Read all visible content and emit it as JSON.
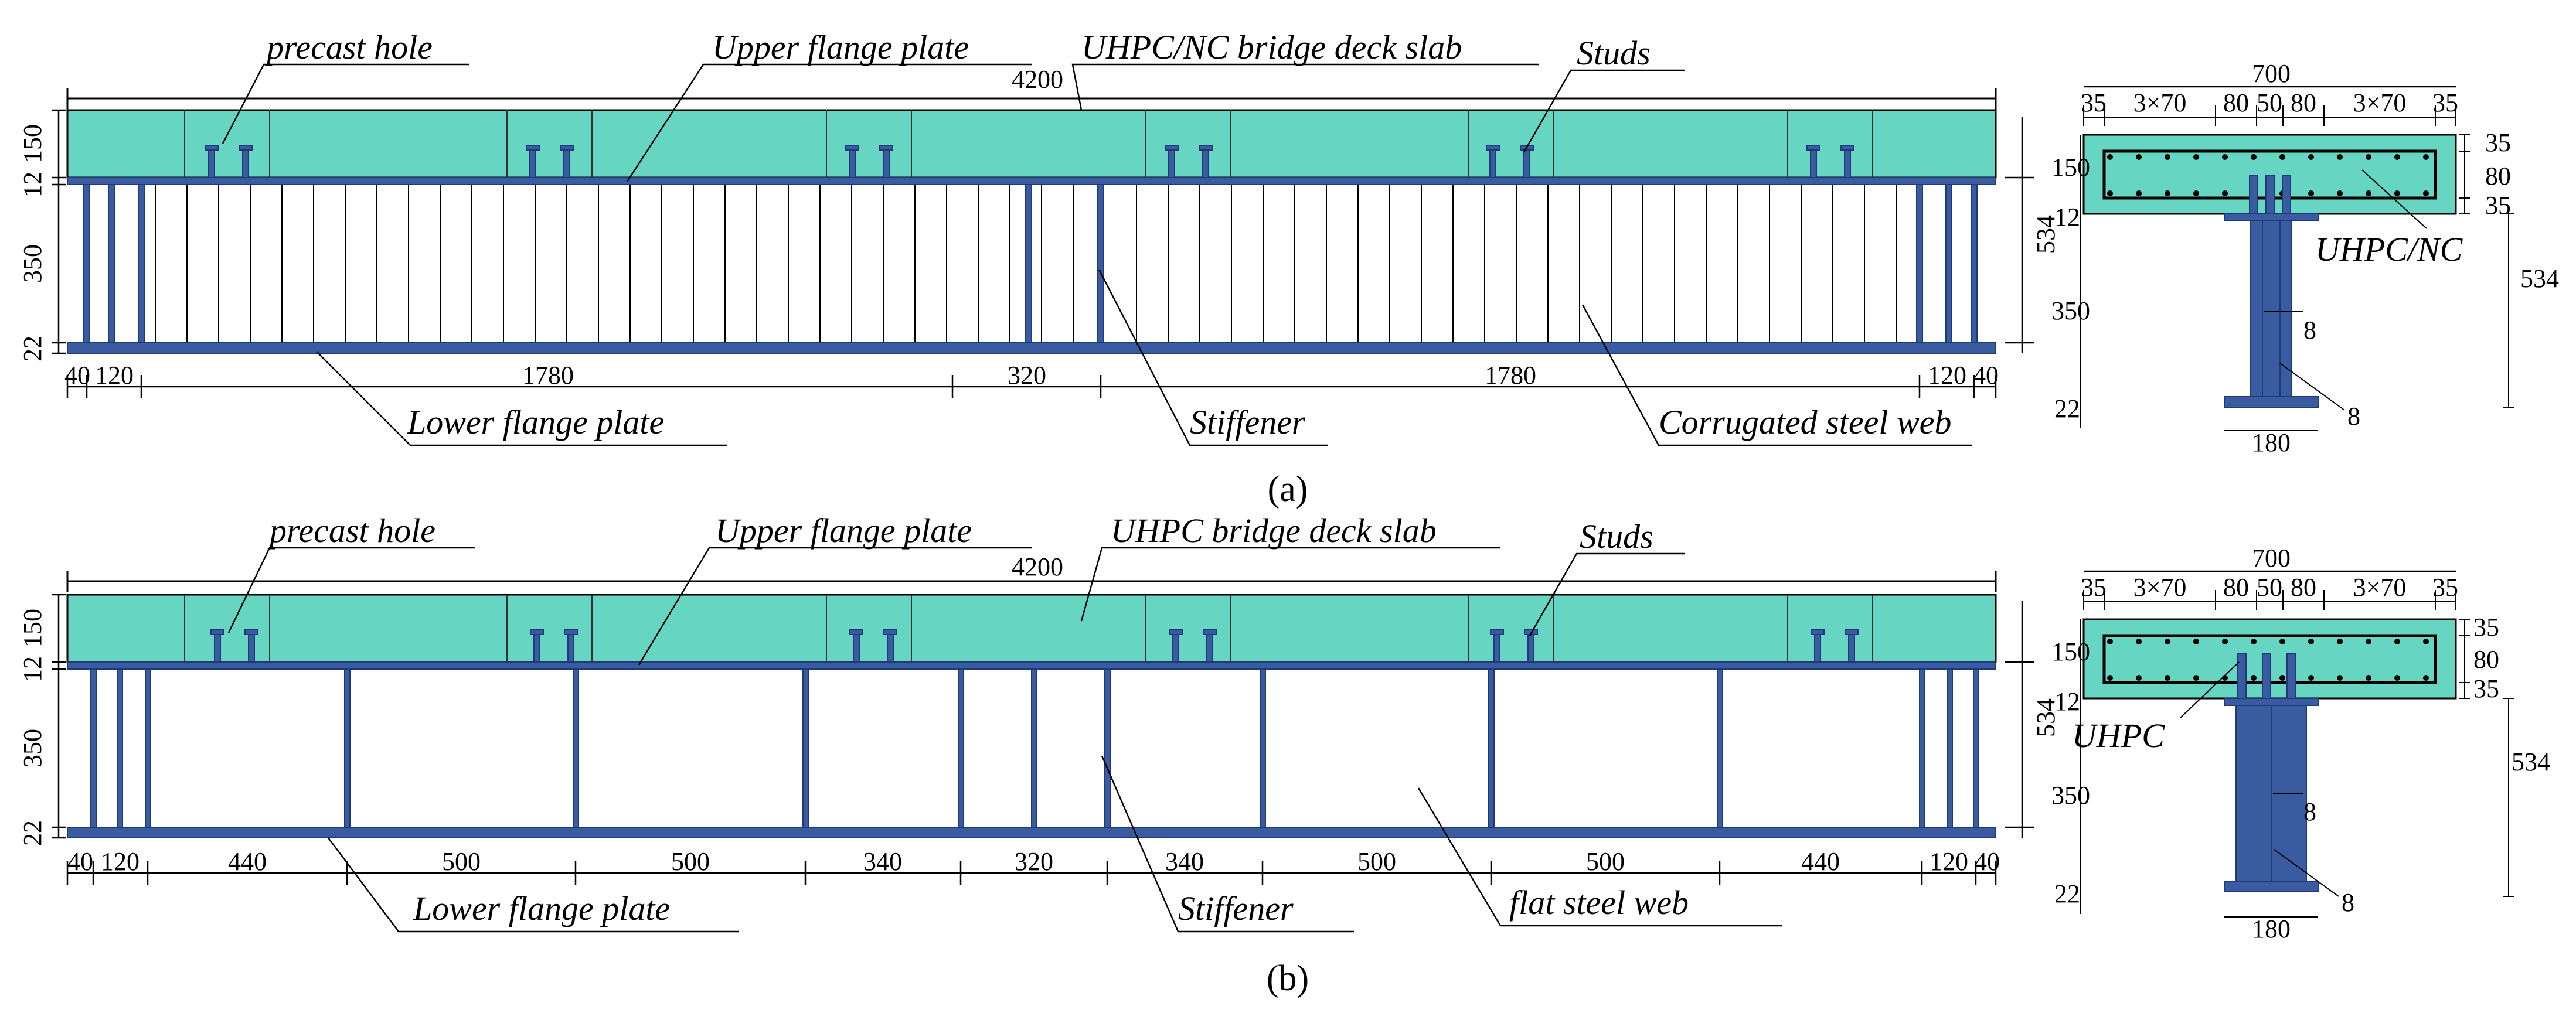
{
  "figure_a": {
    "caption": "(a)",
    "labels": {
      "precast_hole": "precast hole",
      "upper_flange": "Upper flange  plate",
      "deck_slab": "UHPC/NC bridge deck slab",
      "studs": "Studs",
      "lower_flange": "Lower flange  plate",
      "stiffener": "Stiffener",
      "web": "Corrugated steel web",
      "section_material": "UHPC/NC"
    },
    "dims": {
      "total_length": "4200",
      "left_150": "150",
      "left_12": "12",
      "left_350": "350",
      "left_22": "22",
      "bot_40": "40",
      "bot_120": "120",
      "bot_1780a": "1780",
      "bot_320": "320",
      "bot_1780b": "1780",
      "bot_120r": "120",
      "bot_40r": "40",
      "right_150": "150",
      "right_350": "350",
      "right_534": "534"
    },
    "section_dims": {
      "width": "700",
      "s35a": "35",
      "s3x70a": "3×70",
      "s80a": "80",
      "s50": "50",
      "s80b": "80",
      "s3x70b": "3×70",
      "s35b": "35",
      "r35a": "35",
      "r80": "80",
      "r35b": "35",
      "h12": "12",
      "h534": "534",
      "h22": "22",
      "web_t": "8",
      "web_t2": "8",
      "flange_w": "180"
    }
  },
  "figure_b": {
    "caption": "(b)",
    "labels": {
      "precast_hole": "precast hole",
      "upper_flange": "Upper flange  plate",
      "deck_slab": "UHPC bridge deck slab",
      "studs": "Studs",
      "lower_flange": "Lower flange  plate",
      "stiffener": "Stiffener",
      "web": "flat steel web",
      "section_material": "UHPC"
    },
    "dims": {
      "total_length": "4200",
      "left_150": "150",
      "left_12": "12",
      "left_350": "350",
      "left_22": "22",
      "bot_40": "40",
      "bot_120": "120",
      "bot_440a": "440",
      "bot_500a": "500",
      "bot_500b": "500",
      "bot_340a": "340",
      "bot_320": "320",
      "bot_340b": "340",
      "bot_500c": "500",
      "bot_500d": "500",
      "bot_440b": "440",
      "bot_120r": "120",
      "bot_40r": "40",
      "right_150": "150",
      "right_350": "350",
      "right_534": "534"
    },
    "section_dims": {
      "width": "700",
      "s35a": "35",
      "s3x70a": "3×70",
      "s80a": "80",
      "s50": "50",
      "s80b": "80",
      "s3x70b": "3×70",
      "s35b": "35",
      "r35a": "35",
      "r80": "80",
      "r35b": "35",
      "h12": "12",
      "h534": "534",
      "h22": "22",
      "web_t": "8",
      "web_t2": "8",
      "flange_w": "180"
    }
  },
  "colors": {
    "slab": "#66d6c2",
    "steel": "#3a5ba0",
    "steel_dark": "#1f3a78",
    "line": "#000000"
  }
}
